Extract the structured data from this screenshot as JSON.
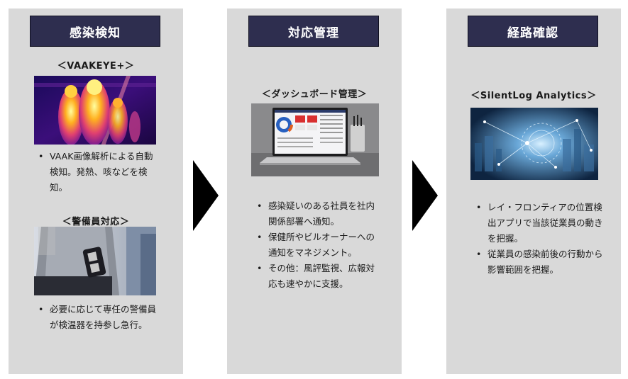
{
  "columns": [
    {
      "title": "感染検知",
      "sections": [
        {
          "subtitle": "＜VAAKEYE+＞",
          "image": "thermal-camera-image",
          "bullets": [
            "VAAK画像解析による自動検知。発熱、咳などを検知。"
          ]
        },
        {
          "subtitle": "＜警備員対応＞",
          "image": "security-guard-image",
          "bullets": [
            "必要に応じて専任の警備員が検温器を持参し急行。"
          ]
        }
      ]
    },
    {
      "title": "対応管理",
      "sections": [
        {
          "subtitle": "＜ダッシュボード管理＞",
          "image": "dashboard-laptop-image",
          "bullets": [
            "感染疑いのある社員を社内関係部署へ通知。",
            "保健所やビルオーナーへの通知をマネジメント。",
            "その他：風評監視、広報対応も速やかに支援。"
          ]
        }
      ]
    },
    {
      "title": "経路確認",
      "sections": [
        {
          "subtitle": "＜SilentLog Analytics＞",
          "image": "city-network-image",
          "bullets": [
            "レイ・フロンティアの位置検出アプリで当該従業員の動きを把握。",
            "従業員の感染前後の行動から影響範囲を把握。"
          ]
        }
      ]
    }
  ],
  "colors": {
    "panel": "#d9d9d9",
    "header": "#2e2e4f",
    "arrow": "#000000"
  }
}
